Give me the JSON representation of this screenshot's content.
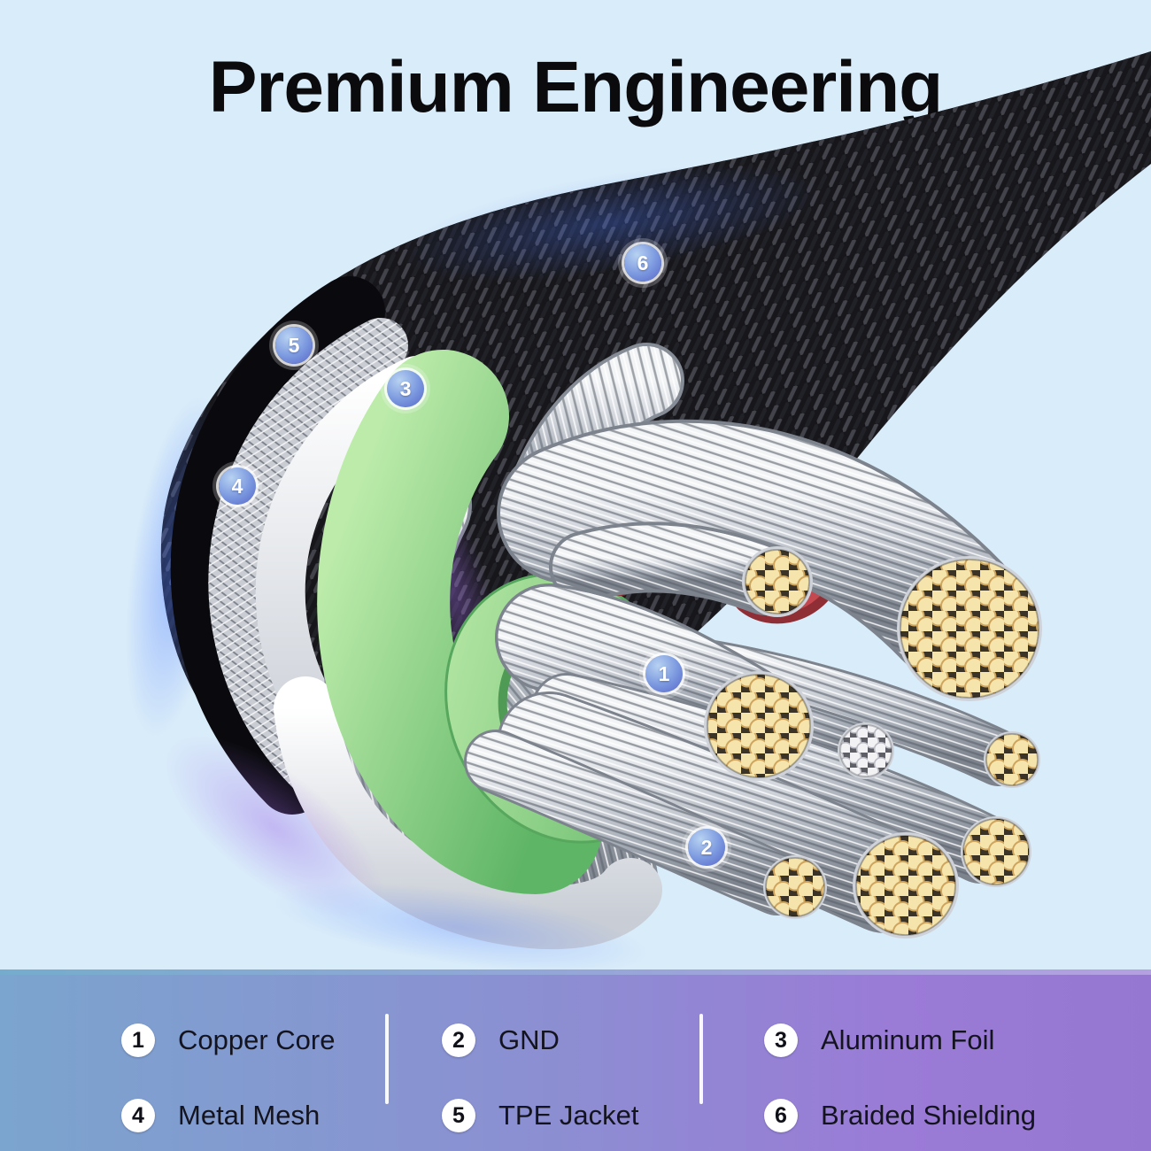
{
  "title": "Premium Engineering",
  "legend": {
    "items": [
      {
        "number": "1",
        "label": "Copper Core"
      },
      {
        "number": "2",
        "label": "GND"
      },
      {
        "number": "3",
        "label": "Aluminum Foil"
      },
      {
        "number": "4",
        "label": "Metal Mesh"
      },
      {
        "number": "5",
        "label": "TPE Jacket"
      },
      {
        "number": "6",
        "label": "Braided Shielding"
      }
    ]
  },
  "callouts": [
    {
      "number": "1"
    },
    {
      "number": "2"
    },
    {
      "number": "3"
    },
    {
      "number": "4"
    },
    {
      "number": "5"
    },
    {
      "number": "6"
    }
  ],
  "colors": {
    "background": "#d9ecfa",
    "title_text": "#0b0b0d",
    "legend_band_left": "#7ba4ce",
    "legend_band_right": "#9577d1",
    "legend_text": "#14141f",
    "callout_badge_blue": "#5b76cc",
    "copper_strand": "#f5e5ad",
    "green_insulation": "#6cc070",
    "red_wire": "#c4484f",
    "foil_white": "#f2f4f7",
    "cable_black": "#17171b"
  }
}
